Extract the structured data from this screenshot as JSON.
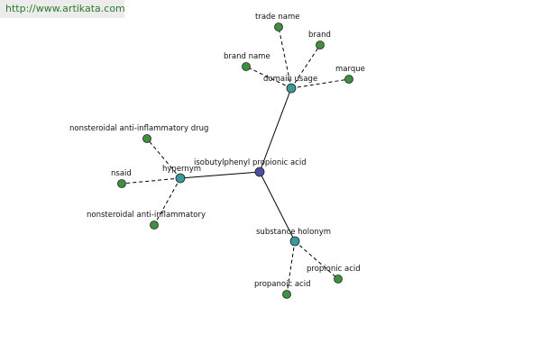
{
  "watermark": "http://www.artikata.com",
  "colors": {
    "center": "#4a4fa0",
    "relation": "#3a9a9a",
    "leaf": "#3f8f3f"
  },
  "graph": {
    "nodes": [
      {
        "id": "center",
        "label": "isobutylphenyl propionic acid",
        "kind": "center"
      },
      {
        "id": "domain_usage",
        "label": "domain usage",
        "kind": "relation"
      },
      {
        "id": "hypernym",
        "label": "hypernym",
        "kind": "relation"
      },
      {
        "id": "substance_holonym",
        "label": "substance holonym",
        "kind": "relation"
      },
      {
        "id": "trade_name",
        "label": "trade name",
        "kind": "leaf"
      },
      {
        "id": "brand",
        "label": "brand",
        "kind": "leaf"
      },
      {
        "id": "brand_name",
        "label": "brand name",
        "kind": "leaf"
      },
      {
        "id": "marque",
        "label": "marque",
        "kind": "leaf"
      },
      {
        "id": "nsaid_full",
        "label": "nonsteroidal anti-inflammatory drug",
        "kind": "leaf"
      },
      {
        "id": "nsaid",
        "label": "nsaid",
        "kind": "leaf"
      },
      {
        "id": "nsai",
        "label": "nonsteroidal anti-inflammatory",
        "kind": "leaf"
      },
      {
        "id": "propionic_acid",
        "label": "propionic acid",
        "kind": "leaf"
      },
      {
        "id": "propanoic_acid",
        "label": "propanoic acid",
        "kind": "leaf"
      }
    ],
    "edges": [
      {
        "from": "center",
        "to": "domain_usage",
        "style": "solid"
      },
      {
        "from": "center",
        "to": "hypernym",
        "style": "solid"
      },
      {
        "from": "center",
        "to": "substance_holonym",
        "style": "solid"
      },
      {
        "from": "domain_usage",
        "to": "trade_name",
        "style": "dashed"
      },
      {
        "from": "domain_usage",
        "to": "brand",
        "style": "dashed"
      },
      {
        "from": "domain_usage",
        "to": "brand_name",
        "style": "dashed"
      },
      {
        "from": "domain_usage",
        "to": "marque",
        "style": "dashed"
      },
      {
        "from": "hypernym",
        "to": "nsaid_full",
        "style": "dashed"
      },
      {
        "from": "hypernym",
        "to": "nsaid",
        "style": "dashed"
      },
      {
        "from": "hypernym",
        "to": "nsai",
        "style": "dashed"
      },
      {
        "from": "substance_holonym",
        "to": "propionic_acid",
        "style": "dashed"
      },
      {
        "from": "substance_holonym",
        "to": "propanoic_acid",
        "style": "dashed"
      }
    ]
  }
}
